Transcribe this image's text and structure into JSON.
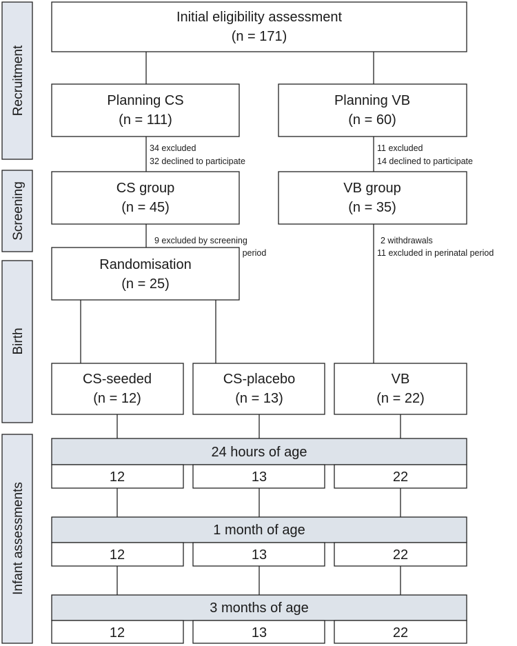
{
  "stages": [
    {
      "label": "Recruitment"
    },
    {
      "label": "Screening"
    },
    {
      "label": "Birth"
    },
    {
      "label": "Infant assessments"
    }
  ],
  "initial": {
    "title": "Initial eligibility assessment",
    "n": "(n = 171)"
  },
  "planning_cs": {
    "title": "Planning CS",
    "n": "(n = 111)"
  },
  "planning_vb": {
    "title": "Planning VB",
    "n": "(n = 60)"
  },
  "cs_excluded_note": [
    "34 excluded",
    "32 declined to participate"
  ],
  "vb_excluded_note": [
    "11 excluded",
    "14 declined to participate"
  ],
  "cs_group": {
    "title": "CS group",
    "n": "(n = 45)"
  },
  "vb_group": {
    "title": "VB group",
    "n": "(n = 35)"
  },
  "cs_screening_note": [
    "9 excluded by screening",
    "11 excluded in perinatal period"
  ],
  "vb_screening_note": [
    "2 withdrawals",
    "11 excluded in perinatal period"
  ],
  "randomisation": {
    "title": "Randomisation",
    "n": "(n = 25)"
  },
  "arms": [
    {
      "title": "CS-seeded",
      "n": "(n = 12)",
      "color": "#adcbd6"
    },
    {
      "title": "CS-placebo",
      "n": "(n = 13)",
      "color": "#f3e4a7"
    },
    {
      "title": "VB",
      "n": "(n = 22)",
      "color": "#e7b1aa"
    }
  ],
  "assessments": [
    {
      "label": "24 hours of age",
      "counts": [
        "12",
        "13",
        "22"
      ]
    },
    {
      "label": "1 month of age",
      "counts": [
        "12",
        "13",
        "22"
      ]
    },
    {
      "label": "3 months of age",
      "counts": [
        "12",
        "13",
        "22"
      ]
    }
  ]
}
